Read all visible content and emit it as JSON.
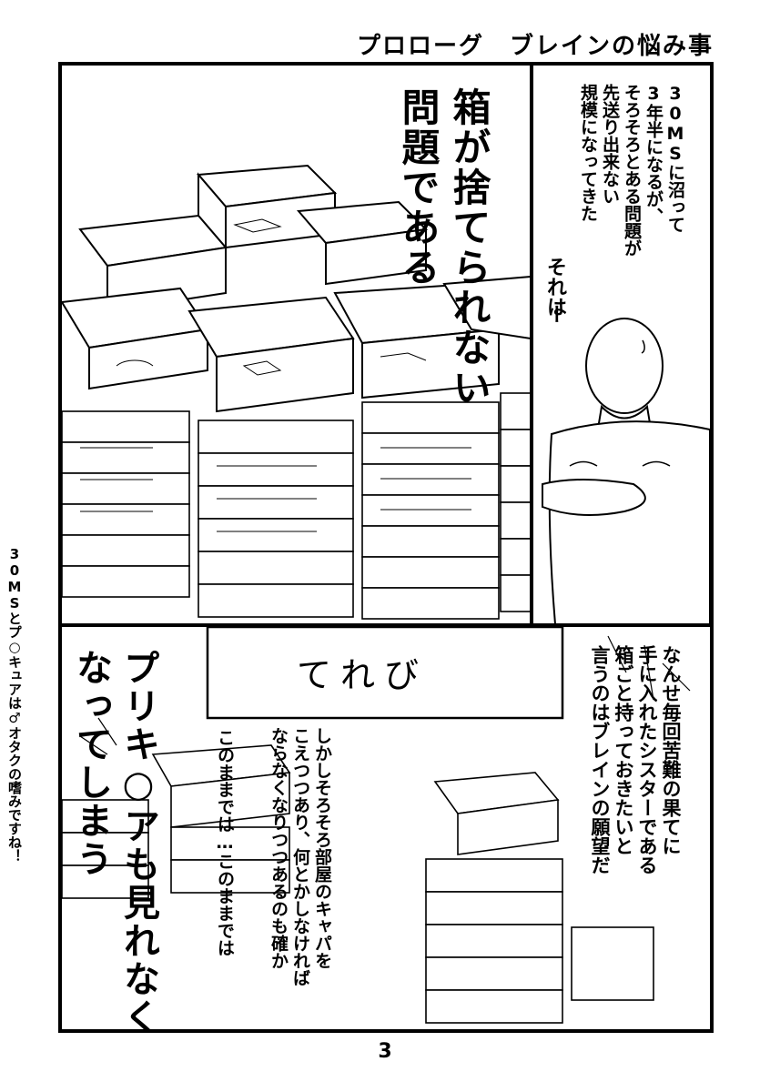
{
  "header": {
    "title": "プロローグ　ブレインの悩み事"
  },
  "panel1": {
    "caption": [
      "箱が捨てられない",
      "問題である"
    ]
  },
  "panel2": {
    "narration": [
      "30MSに沼って",
      "3年半になるが、",
      "そろそろとある問題が",
      "先送り出来ない",
      "規模になってきた"
    ],
    "speech": [
      "それは",
      "ー"
    ]
  },
  "panel3": {
    "tv_label": "てれび",
    "narration_right": [
      "なんせ毎回苦難の果てに",
      "手に入れたシスターである",
      "箱ごと持っておきたいと",
      "言うのはブレインの願望だ"
    ],
    "narration_mid": [
      "しかしそろそろ部屋のキャパを",
      "こえつつあり、何とかしなければ",
      "ならなくなりつつあるのも確か"
    ],
    "thought": "このままでは…このままでは",
    "big_caption": [
      "プリキ○アも見れなく",
      "なってしまう"
    ]
  },
  "side_note": "30MSとプ○キュアは♂オタクの嗜みですね！",
  "page_number": "3"
}
